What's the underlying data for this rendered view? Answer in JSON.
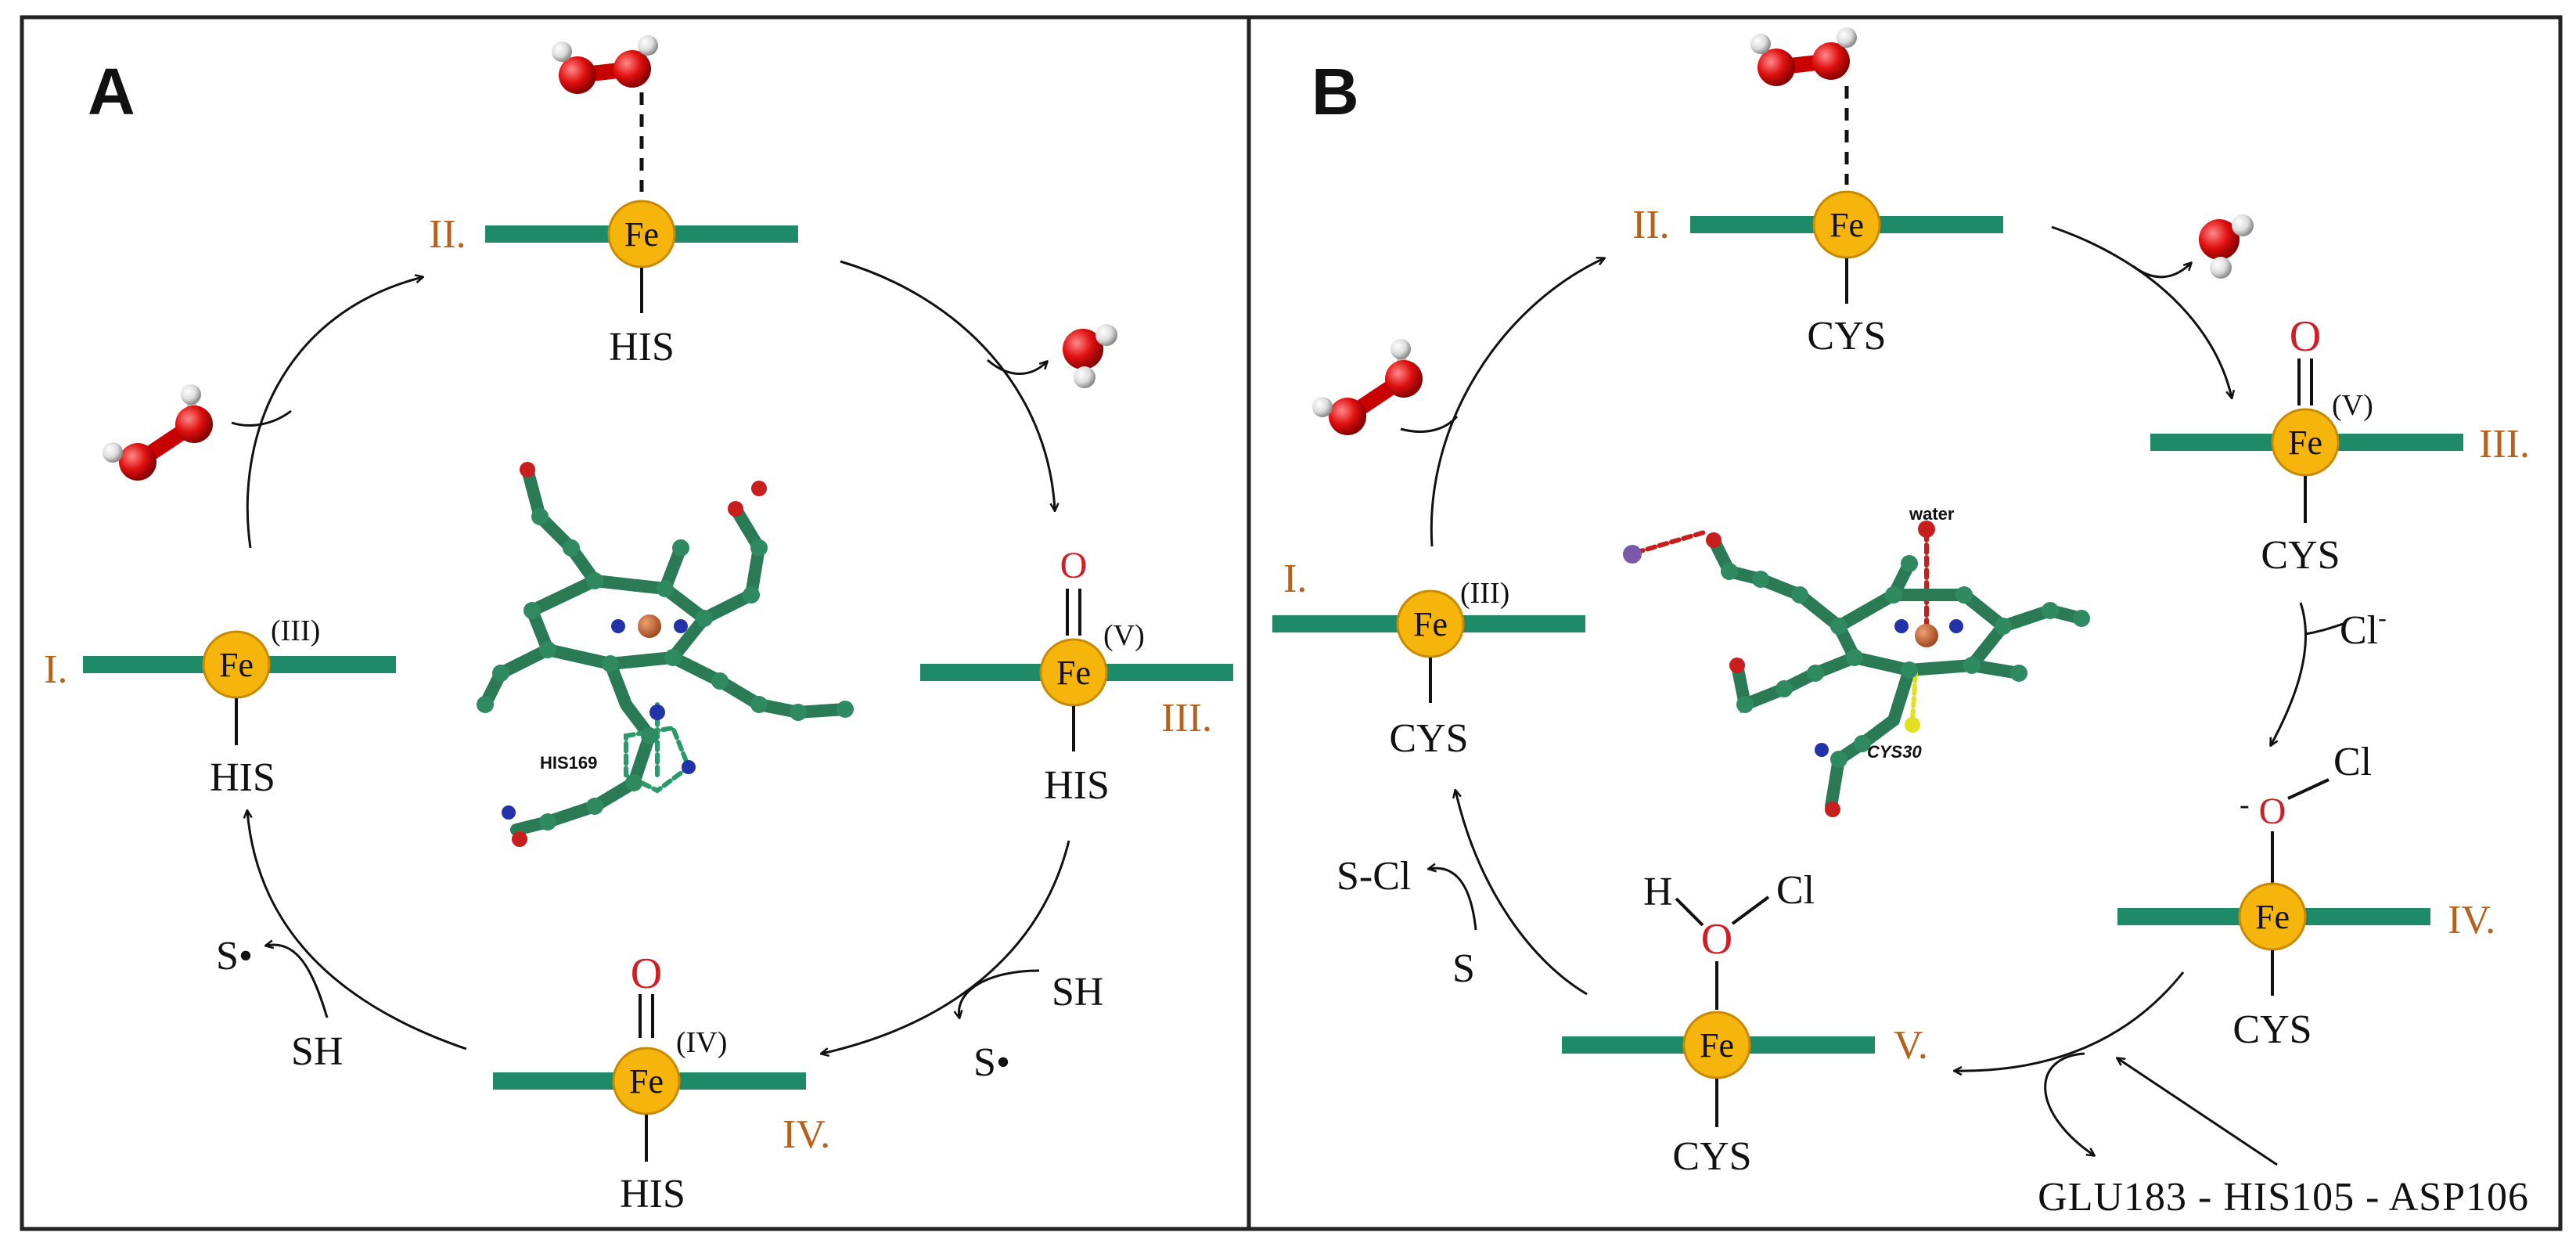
{
  "colors": {
    "heme_bar": "#1e8a67",
    "iron": "#f5b50c",
    "roman": "#b5621e",
    "oxygen": "#d21d24",
    "ink": "#111111"
  },
  "panel_a": {
    "letter": "A",
    "states": {
      "I": {
        "roman": "I.",
        "fe": "Fe",
        "ox": "(III)",
        "ligand": "HIS"
      },
      "II": {
        "roman": "II.",
        "fe": "Fe",
        "ligand": "HIS"
      },
      "III": {
        "roman": "III.",
        "fe": "Fe",
        "ox": "(V)",
        "oxo": "O",
        "ligand": "HIS"
      },
      "IV": {
        "roman": "IV.",
        "fe": "Fe",
        "ox": "(IV)",
        "oxo": "O",
        "ligand": "HIS"
      }
    },
    "substrate_in": "SH",
    "radical_out": "S•",
    "substrate_in_2": "SH",
    "radical_out_2": "S•",
    "residue_label": "HIS169"
  },
  "panel_b": {
    "letter": "B",
    "states": {
      "I": {
        "roman": "I.",
        "fe": "Fe",
        "ox": "(III)",
        "ligand": "CYS"
      },
      "II": {
        "roman": "II.",
        "fe": "Fe",
        "ligand": "CYS"
      },
      "III": {
        "roman": "III.",
        "fe": "Fe",
        "ox": "(V)",
        "oxo": "O",
        "ligand": "CYS"
      },
      "IV": {
        "roman": "IV.",
        "fe": "Fe",
        "ligand": "CYS",
        "charge": "-",
        "oxo": "O",
        "cl": "Cl"
      },
      "V": {
        "roman": "V.",
        "fe": "Fe",
        "ligand": "CYS",
        "h": "H",
        "oxo": "O",
        "cl": "Cl"
      }
    },
    "chloride": "Cl",
    "chloride_charge": "-",
    "substrate": "S",
    "product": "S-Cl",
    "triad": "GLU183 - HIS105 - ASP106",
    "water_label": "water",
    "residue_label": "CYS30"
  }
}
